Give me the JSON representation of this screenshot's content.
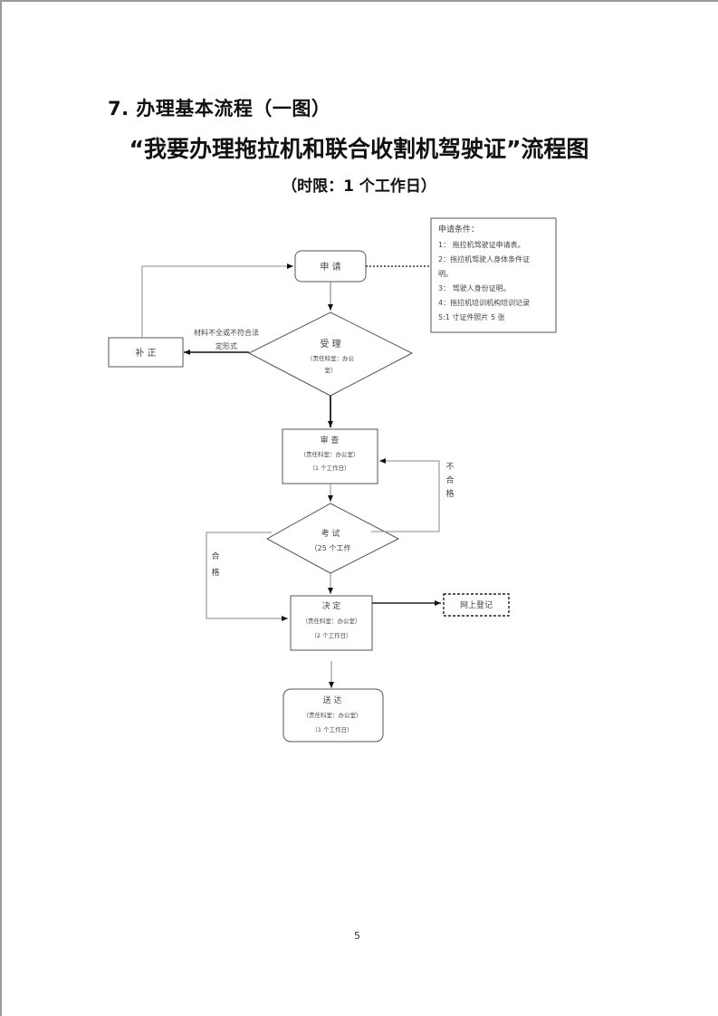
{
  "section_heading": "7. 办理基本流程（一图）",
  "title": "“我要办理拖拉机和联合收割机驾驶证”流程图",
  "time_limit": "（时限：1 个工作日）",
  "flowchart": {
    "apply": {
      "label": "申 请"
    },
    "conditions": {
      "heading": "申请条件：",
      "lines": [
        "1：  拖拉机驾驶证申请表。",
        "2：拖拉机驾驶人身体条件证",
        "明。",
        "3：  驾驶人身份证明。",
        "4：拖拉机培训机构培训记录",
        "5:1 寸证件照片 5 张"
      ]
    },
    "accept": {
      "label": "受 理",
      "note_line1": "（责任科室：办公",
      "note_line2": "室）"
    },
    "correction": {
      "label": "补 正"
    },
    "reject_reason": {
      "line1": "材料不全或不符合法",
      "line2": "定形式"
    },
    "review": {
      "label": "审    查",
      "note": "（责任科室：办公室）",
      "days": "（1 个工作日）"
    },
    "fail_label": [
      "不",
      "合",
      "格"
    ],
    "exam": {
      "label": "考  试",
      "note": "（25 个工作"
    },
    "pass_label": [
      "合",
      "格"
    ],
    "decide": {
      "label": "决    定",
      "note": "（责任科室：办公室）",
      "days": "（2 个工作日）"
    },
    "online_register": {
      "label": "网上登记"
    },
    "deliver": {
      "label": "送    达",
      "note": "（责任科室：办公室）",
      "days": "（1 个工作日）"
    }
  },
  "page_number": "5"
}
